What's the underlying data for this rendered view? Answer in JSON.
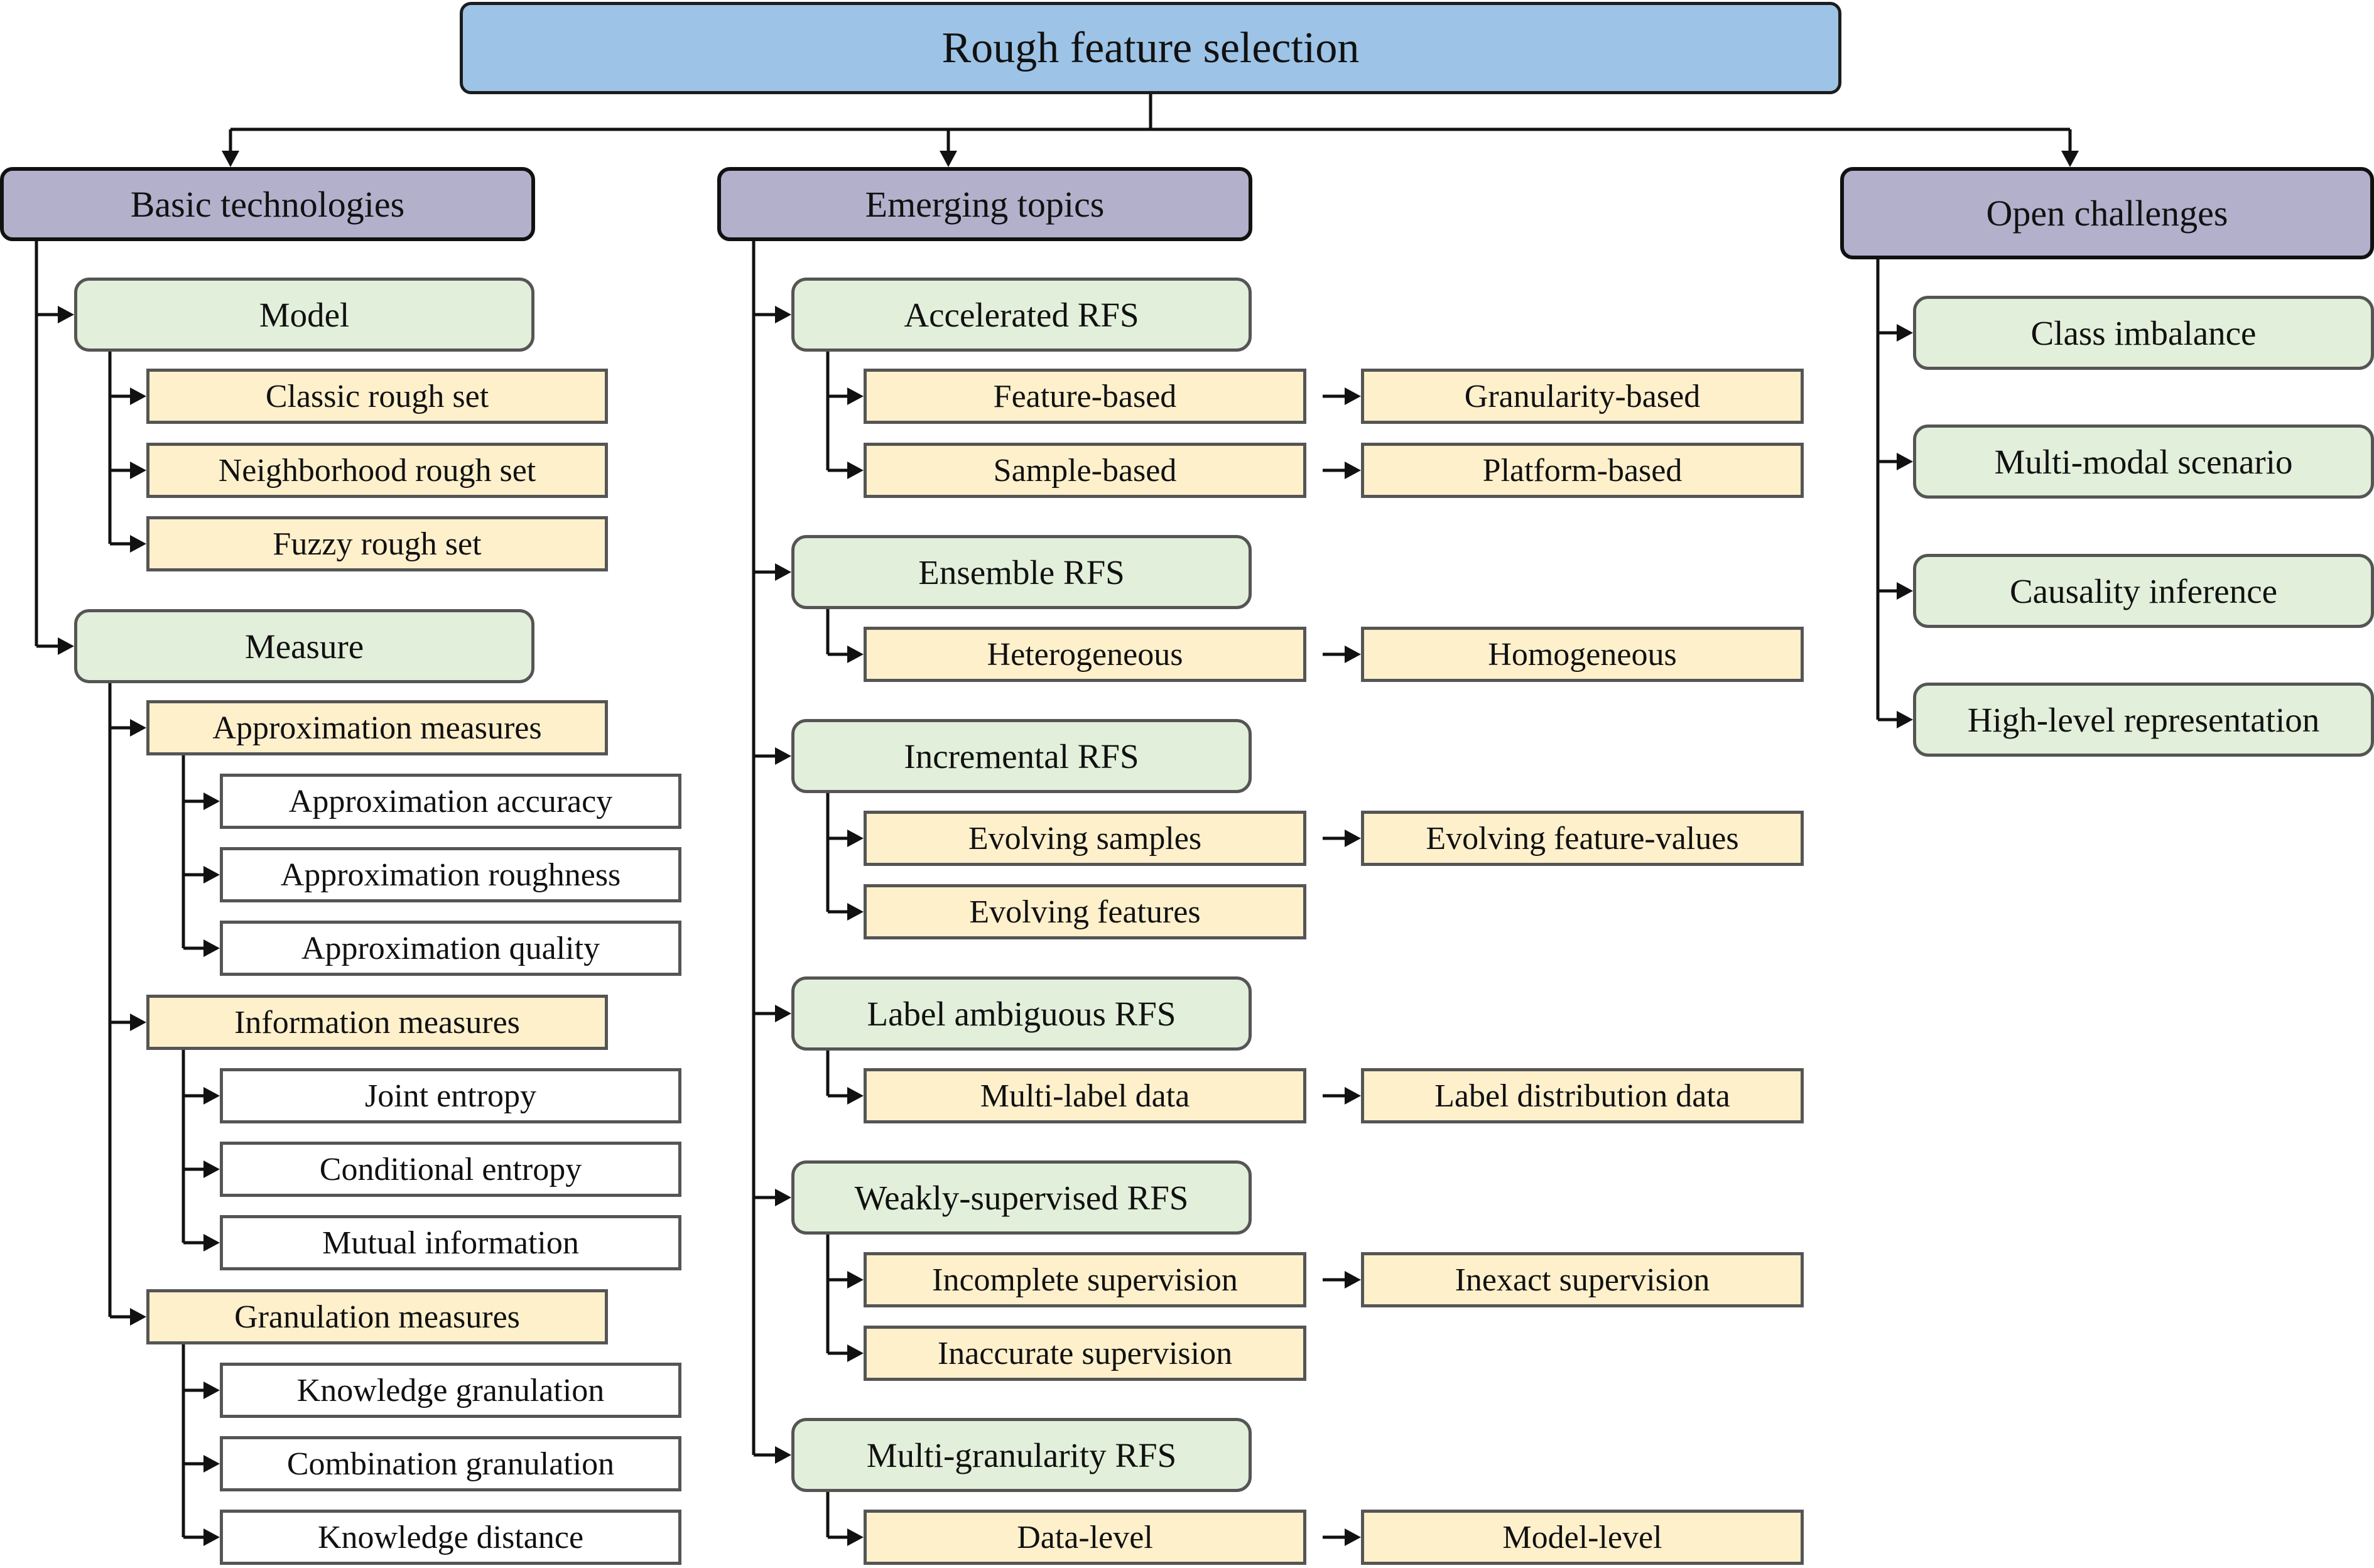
{
  "root": {
    "label": "Rough feature selection"
  },
  "basic": {
    "label": "Basic technologies",
    "model": {
      "label": "Model",
      "items": [
        "Classic rough set",
        "Neighborhood rough set",
        "Fuzzy rough set"
      ]
    },
    "measure": {
      "label": "Measure",
      "groups": [
        {
          "label": "Approximation measures",
          "items": [
            "Approximation accuracy",
            "Approximation roughness",
            "Approximation quality"
          ]
        },
        {
          "label": "Information measures",
          "items": [
            "Joint entropy",
            "Conditional entropy",
            "Mutual information"
          ]
        },
        {
          "label": "Granulation measures",
          "items": [
            "Knowledge granulation",
            "Combination granulation",
            "Knowledge distance"
          ]
        }
      ]
    }
  },
  "emerging": {
    "label": "Emerging topics",
    "topics": [
      {
        "label": "Accelerated RFS",
        "rows": [
          {
            "left": "Feature-based",
            "right": "Granularity-based"
          },
          {
            "left": "Sample-based",
            "right": "Platform-based"
          }
        ]
      },
      {
        "label": "Ensemble RFS",
        "rows": [
          {
            "left": "Heterogeneous",
            "right": "Homogeneous"
          }
        ]
      },
      {
        "label": "Incremental RFS",
        "rows": [
          {
            "left": "Evolving samples",
            "right": "Evolving feature-values"
          },
          {
            "left": "Evolving features",
            "right": ""
          }
        ]
      },
      {
        "label": "Label ambiguous RFS",
        "rows": [
          {
            "left": "Multi-label data",
            "right": "Label distribution data"
          }
        ]
      },
      {
        "label": "Weakly-supervised RFS",
        "rows": [
          {
            "left": "Incomplete supervision",
            "right": "Inexact supervision"
          },
          {
            "left": "Inaccurate supervision",
            "right": ""
          }
        ]
      },
      {
        "label": "Multi-granularity RFS",
        "rows": [
          {
            "left": "Data-level",
            "right": "Model-level"
          }
        ]
      }
    ]
  },
  "challenges": {
    "label": "Open challenges",
    "items": [
      "Class imbalance",
      "Multi-modal scenario",
      "Causality inference",
      "High-level representation"
    ]
  },
  "colors": {
    "root_fill": "#9dc3e6",
    "category_fill": "#b3b0cc",
    "subtopic_fill": "#e2efda",
    "item_fill": "#fff0cc",
    "leaf_fill": "#ffffff",
    "line": "#111111"
  }
}
